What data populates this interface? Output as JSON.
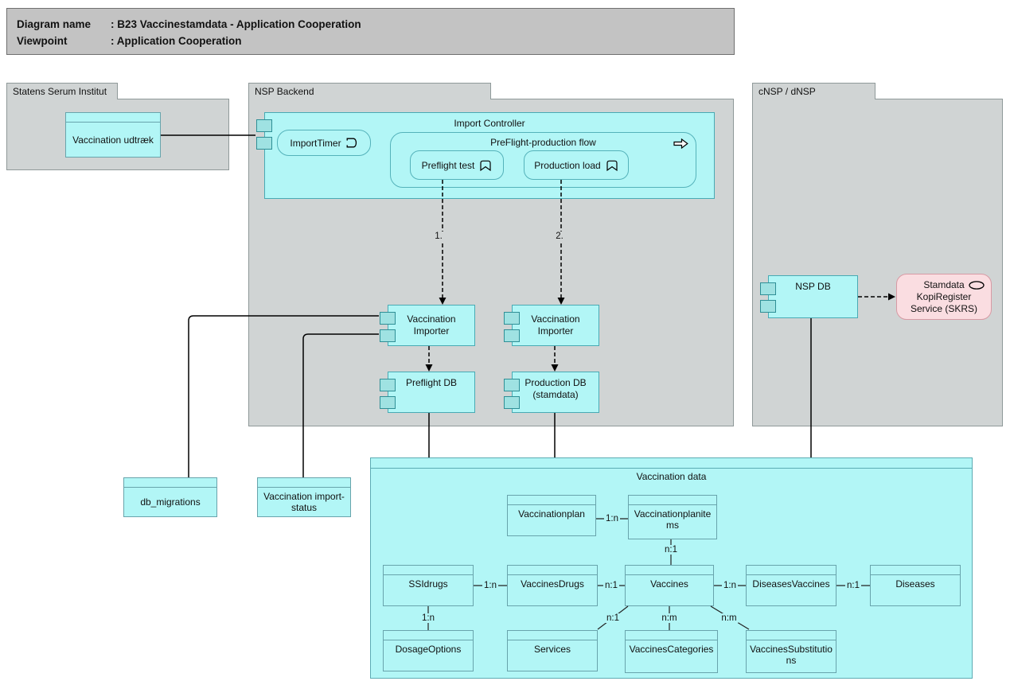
{
  "title_block": {
    "line1_label": "Diagram name",
    "line2_label": "Viewpoint",
    "separator": ":",
    "line1_value": " B23 Vaccinestamdata - Application Cooperation",
    "line2_value": " Application Cooperation"
  },
  "groups": {
    "ssi": "Statens Serum Institut",
    "nsp_backend": "NSP Backend",
    "cnsp": "cNSP / dNSP"
  },
  "nodes": {
    "vaccination_udtraek": "Vaccination udtræk",
    "import_controller": "Import Controller",
    "import_timer": "ImportTimer",
    "preflight_flow": "PreFlight-production flow",
    "preflight_test": "Preflight test",
    "production_load": "Production load",
    "vaccination_importer_a": "Vaccination Importer",
    "vaccination_importer_b": "Vaccination Importer",
    "preflight_db": "Preflight DB",
    "production_db": "Production DB (stamdata)",
    "nsp_db": "NSP DB",
    "skrs_service": "Stamdata KopiRegister Service (SKRS)",
    "db_migrations": "db_migrations",
    "vaccination_import_status": "Vaccination import-status"
  },
  "vaccination_data": {
    "title": "Vaccination data",
    "entities": [
      "Vaccinationplan",
      "Vaccinationplanitems",
      "SSIdrugs",
      "VaccinesDrugs",
      "Vaccines",
      "DiseasesVaccines",
      "Diseases",
      "DosageOptions",
      "Services",
      "VaccinesCategories",
      "VaccinesSubstitutions"
    ]
  },
  "relations": {
    "step1": "1.",
    "step2": "2.",
    "plan_items": "1:n",
    "items_vaccines": "n:1",
    "ssidrugs_vaccinesdrugs": "1:n",
    "vaccinesdrugs_vaccines": "n:1",
    "vaccines_diseasesvaccines": "1:n",
    "diseasesvaccines_diseases": "n:1",
    "ssidrugs_dosageoptions": "1:n",
    "vaccines_services": "n:1",
    "vaccines_vaccinescategories": "n:m",
    "vaccines_vaccinessubstitutions": "n:m"
  },
  "icons": {
    "import_timer": "application-event-icon",
    "preflight_flow": "application-process-icon",
    "preflight_test": "application-function-icon",
    "production_load": "application-function-icon",
    "skrs_service": "application-service-icon"
  },
  "colors": {
    "element_fill": "#b2f6f6",
    "element_border": "#48aab4",
    "port_fill": "#9fe2e2",
    "group_fill": "#d0d4d4",
    "group_border": "#8f9999",
    "service_fill": "#fadde1",
    "service_border": "#d79aa4",
    "titlebar_fill": "#c3c3c3",
    "line_color": "#000000"
  }
}
